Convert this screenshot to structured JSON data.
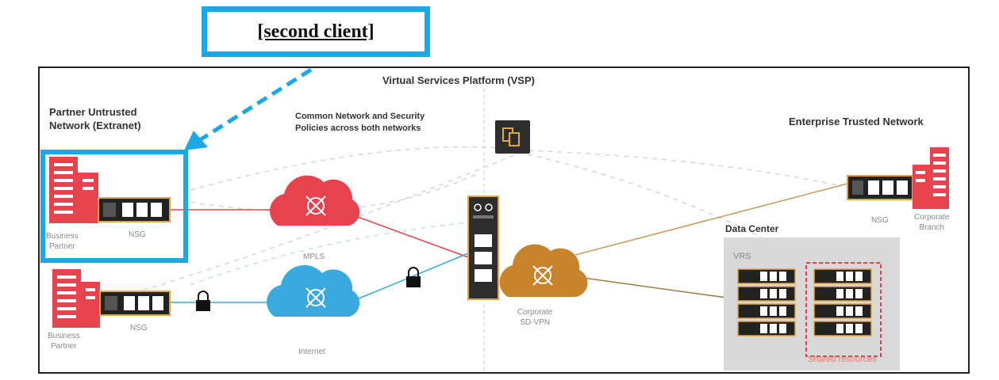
{
  "callout": {
    "text": "[second client]"
  },
  "platform": {
    "title": "Virtual Services Platform (VSP)"
  },
  "partner_network": {
    "line1": "Partner Untrusted",
    "line2": "Network (Extranet)"
  },
  "policies": {
    "line1": "Common Network and Security",
    "line2": "Policies across both networks"
  },
  "enterprise_network": {
    "title": "Enterprise Trusted Network"
  },
  "business_partner_top": {
    "line1": "Business",
    "line2": "Partner",
    "nsg": "NSG"
  },
  "business_partner_bottom": {
    "line1": "Business",
    "line2": "Partner",
    "nsg": "NSG"
  },
  "clouds": {
    "mpls": "MPLS",
    "internet": "Internet",
    "sdvpn_line1": "Corporate",
    "sdvpn_line2": "SD-VPN"
  },
  "corporate_branch": {
    "nsg": "NSG",
    "line1": "Corporate",
    "line2": "Branch"
  },
  "data_center": {
    "title": "Data Center",
    "vrs": "VRS",
    "shared": "Shared resources"
  },
  "colors": {
    "callout_border": "#1aa8e6",
    "partner_red": "#e8424f",
    "internet_blue": "#3aa9e0",
    "sdvpn_orange": "#c9832a",
    "link_tan": "#c49a5a"
  }
}
